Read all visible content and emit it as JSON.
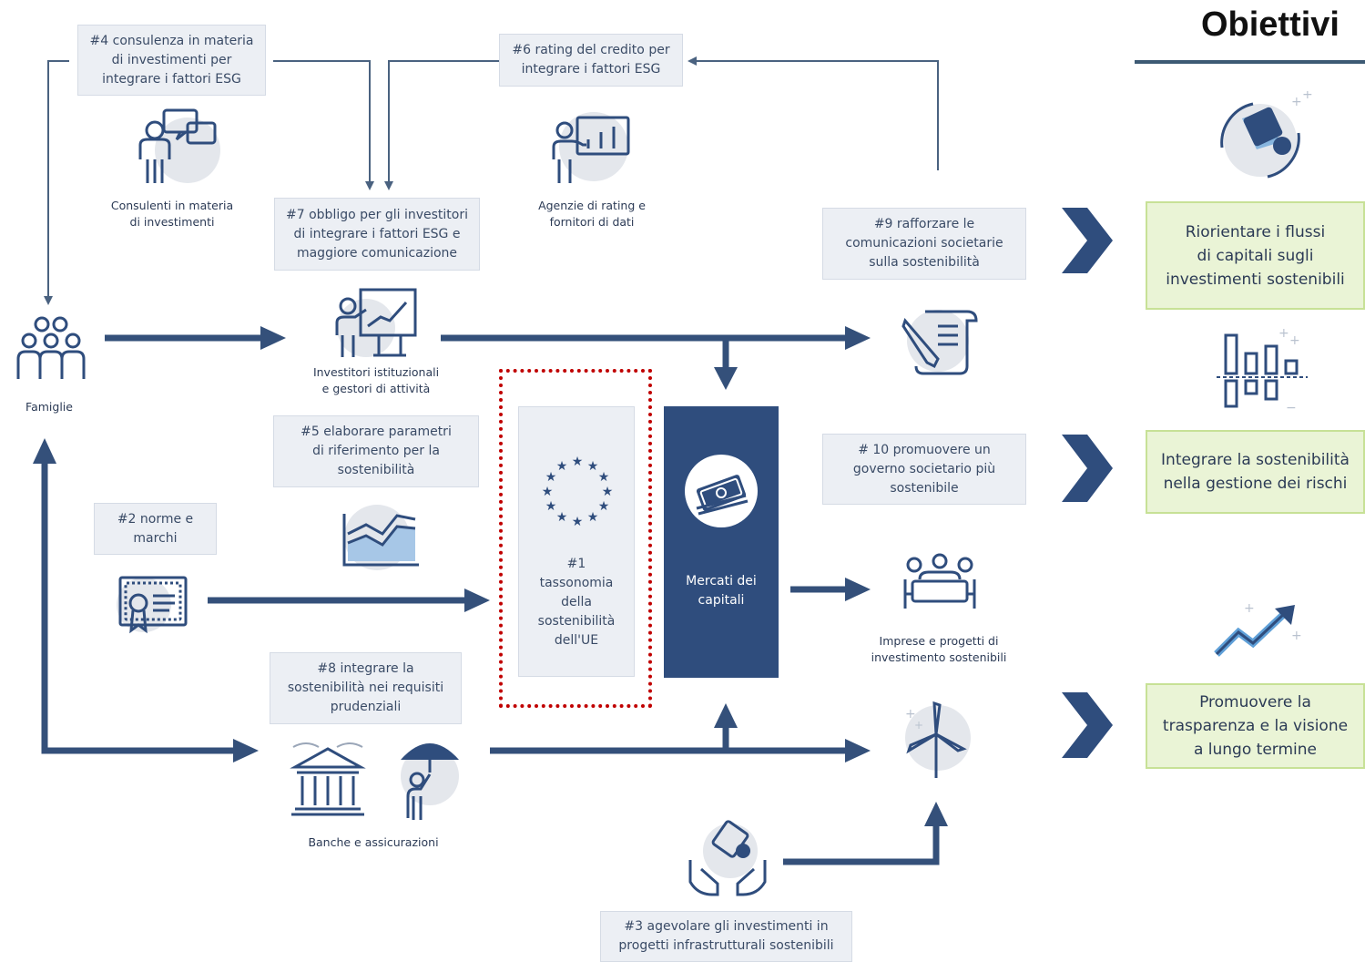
{
  "title": "Obiettivi",
  "boxes": {
    "b4": "#4 consulenza in materia\ndi investimenti per\nintegrare i fattori ESG",
    "b6": "#6 rating del credito per\nintegrare i fattori ESG",
    "b7": "#7 obbligo per gli investitori\ndi integrare i fattori ESG e\nmaggiore comunicazione",
    "b9": "#9 rafforzare le\ncomunicazioni societarie\nsulla sostenibilità",
    "b5": "#5 elaborare parametri\ndi riferimento per la\nsostenibilità",
    "b10": "# 10 promuovere un\ngoverno societario più\nsostenibile",
    "b2": "#2 norme e\nmarchi",
    "b8": "#8 integrare la\nsostenibilità nei requisiti\nprudenziali",
    "b3": "#3 agevolare gli investimenti in\nprogetti infrastrutturali sostenibili"
  },
  "taxonomy": "#1\ntassonomia\ndella\nsostenibilità\ndell'UE",
  "capital_markets": "Mercati dei\ncapitali",
  "labels": {
    "consulenti": "Consulenti in materia\ndi investimenti",
    "agenzie": "Agenzie di rating e\nfornitori di dati",
    "famiglie": "Famiglie",
    "investitori": "Investitori istituzionali\ne gestori di attività",
    "imprese": "Imprese e progetti di\ninvestimento sostenibili",
    "banche": "Banche e assicurazioni"
  },
  "objectives": [
    "Riorientare i flussi\ndi capitali sugli\ninvestimenti sostenibili",
    "Integrare la sostenibilità\nnella gestione dei rischi",
    "Promuovere la\ntrasparenza e la visione\na lungo termine"
  ],
  "icons": {
    "consultant": "consultant-speech-icon",
    "rating": "rating-chart-icon",
    "family": "family-group-icon",
    "investor": "presenter-board-icon",
    "report": "document-pen-icon",
    "benchmark": "line-chart-icon",
    "certificate": "certificate-icon",
    "eu_flag": "eu-stars-icon",
    "money": "money-stack-icon",
    "meeting": "meeting-table-icon",
    "bank": "bank-building-icon",
    "umbrella": "insurance-umbrella-icon",
    "wind": "wind-turbine-icon",
    "hands": "hands-co2-icon",
    "co2_cycle": "co2-cycle-icon",
    "risk_bars": "risk-bars-icon",
    "growth": "growth-arrow-icon"
  },
  "colors": {
    "arrow": "#34507a",
    "thin_line": "#4a6280",
    "box_bg": "#eceff4",
    "capital_bg": "#2f4d7d",
    "objective_bg": "#eaf4d6",
    "objective_border": "#c7e196",
    "highlight": "#c00000",
    "icon_bg": "#e4e7ec"
  }
}
